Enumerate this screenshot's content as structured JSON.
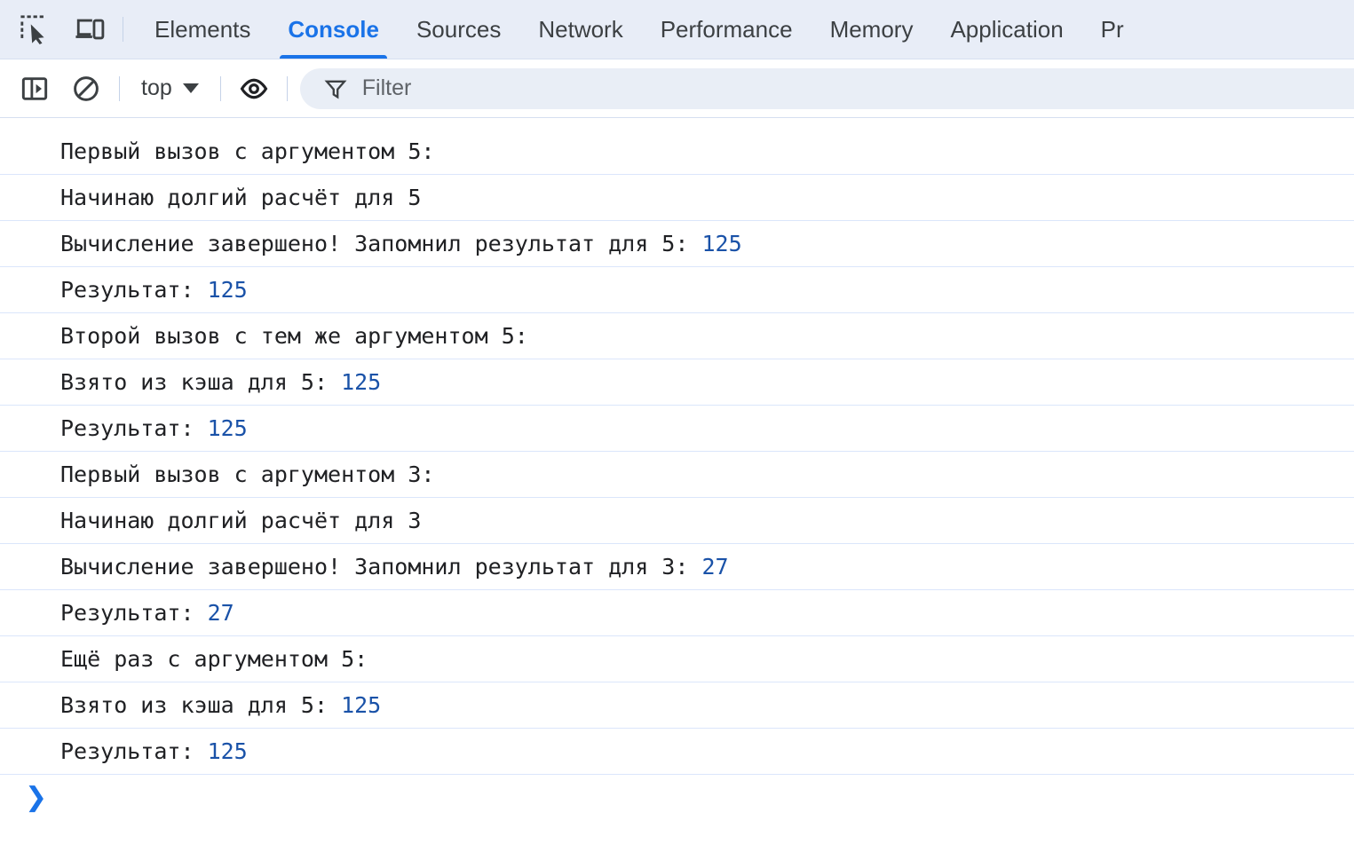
{
  "tabbar": {
    "icons": [
      {
        "name": "inspect-element-icon",
        "title": "Inspect element"
      },
      {
        "name": "device-toolbar-icon",
        "title": "Toggle device toolbar"
      }
    ],
    "tabs": [
      {
        "label": "Elements",
        "active": false
      },
      {
        "label": "Console",
        "active": true
      },
      {
        "label": "Sources",
        "active": false
      },
      {
        "label": "Network",
        "active": false
      },
      {
        "label": "Performance",
        "active": false
      },
      {
        "label": "Memory",
        "active": false
      },
      {
        "label": "Application",
        "active": false
      },
      {
        "label": "Pr",
        "active": false
      }
    ],
    "active_tab_color": "#1a73e8",
    "background": "#e8edf7"
  },
  "console_toolbar": {
    "sidebar_toggle_title": "Show console sidebar",
    "clear_console_title": "Clear console",
    "context_label": "top",
    "live_expression_title": "Create live expression",
    "filter": {
      "placeholder": "Filter",
      "value": ""
    }
  },
  "console": {
    "messages": [
      {
        "text": "Первый вызов с аргументом 5:",
        "value": ""
      },
      {
        "text": "Начинаю долгий расчёт для 5",
        "value": ""
      },
      {
        "text": "Вычисление завершено! Запомнил результат для 5: ",
        "value": "125"
      },
      {
        "text": "Результат: ",
        "value": "125"
      },
      {
        "text": "Второй вызов с тем же аргументом 5:",
        "value": ""
      },
      {
        "text": "Взято из кэша для 5: ",
        "value": "125"
      },
      {
        "text": "Результат: ",
        "value": "125"
      },
      {
        "text": "Первый вызов с аргументом 3:",
        "value": ""
      },
      {
        "text": "Начинаю долгий расчёт для 3",
        "value": ""
      },
      {
        "text": "Вычисление завершено! Запомнил результат для 3: ",
        "value": "27"
      },
      {
        "text": "Результат: ",
        "value": "27"
      },
      {
        "text": "Ещё раз с аргументом 5:",
        "value": ""
      },
      {
        "text": "Взято из кэша для 5: ",
        "value": "125"
      },
      {
        "text": "Результат: ",
        "value": "125"
      }
    ],
    "prompt_symbol": "❯",
    "prompt_value": "",
    "value_color": "#1a52a8",
    "separator_color": "#dbe6fb"
  }
}
